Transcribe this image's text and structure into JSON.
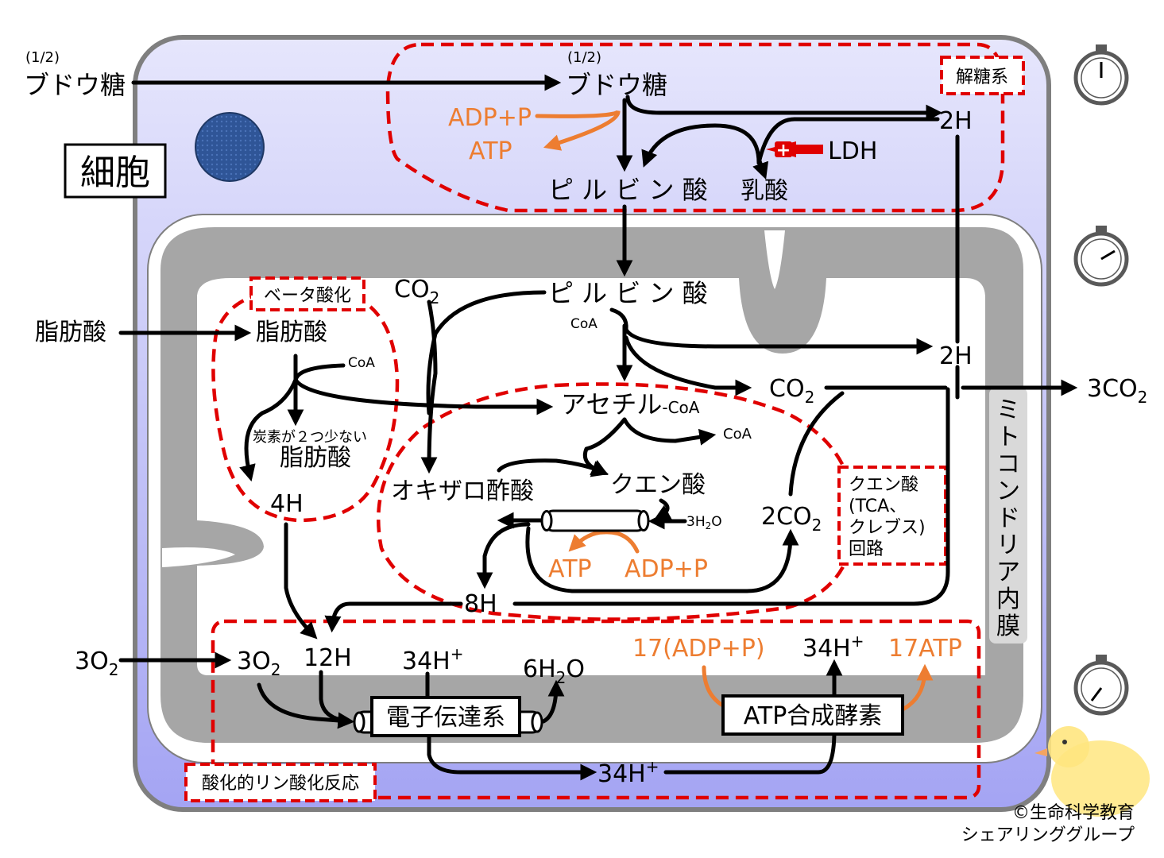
{
  "labels": {
    "cell": "細胞",
    "glycolysis": "解糖系",
    "beta_oxidation": "ベータ酸化",
    "tca_line1": "クエン酸",
    "tca_line2": "(TCA、",
    "tca_line3": "クレブス)",
    "tca_line4": "回路",
    "oxphos": "酸化的リン酸化反応",
    "inner_membrane": "ミトコンドリア内膜",
    "etc": "電子伝達系",
    "atp_synthase": "ATP合成酵素"
  },
  "glycolysis": {
    "glucose_in_fraction": "(1/2)",
    "glucose_in": "ブドウ糖",
    "glucose_fraction": "(1/2)",
    "glucose": "ブドウ糖",
    "adp_p": "ADP+P",
    "atp": "ATP",
    "two_h": "2H",
    "pyruvate": "ピ ル ビ ン 酸",
    "lactate": "乳酸",
    "ldh": "LDH",
    "ldh_sign": "+"
  },
  "mito": {
    "co2_in": "CO",
    "co2_in_sub": "2",
    "pyruvate": "ピ ル ビ ン 酸",
    "coa_1": "CoA",
    "two_h": "2H",
    "co2_mid": "CO",
    "co2_mid_sub": "2",
    "three_co2": "3CO",
    "three_co2_sub": "2",
    "acetyl": "アセチル",
    "acetyl_coa": "-CoA",
    "coa_2": "CoA",
    "citrate": "クエン酸",
    "oxaloacetate": "オキザロ酢酸",
    "water_prefix": "3H",
    "water_sub": "2",
    "water_suffix": "O",
    "tca_atp": "ATP",
    "tca_adp": "ADP+P",
    "two_co2": "2CO",
    "two_co2_sub": "2",
    "eight_h": "8H"
  },
  "beta": {
    "fatty_acid_in": "脂肪酸",
    "fatty_acid": "脂肪酸",
    "coa": "CoA",
    "shorter_note": "炭素が２つ少ない",
    "shorter_fatty_acid": "脂肪酸",
    "four_h": "4H"
  },
  "oxphos": {
    "o2_in": "3O",
    "o2_in_sub": "2",
    "o2": "3O",
    "o2_sub": "2",
    "twelve_h": "12H",
    "h34_left": "34H",
    "h34_left_sup": "+",
    "water": "6H",
    "water_sub": "2",
    "water_suffix": "O",
    "adp_17": "17(ADP+P)",
    "h34_right": "34H",
    "h34_right_sup": "+",
    "atp_17": "17ATP",
    "h34_bottom": "34H",
    "h34_bottom_sup": "+"
  },
  "credit": {
    "line1": "©生命科学教育",
    "line2": "シェアリンググループ"
  },
  "colors": {
    "accent_orange": "#ED7D31",
    "dash_red": "#E00000",
    "cell_fill_top": "#E3E3FB",
    "cell_fill_bottom": "#A9A9F4",
    "membrane_gray": "#A6A6A6",
    "nucleus_blue": "#2F5597"
  },
  "icons": [
    "stopwatch-icon",
    "stopwatch-icon",
    "stopwatch-icon",
    "chick-mascot-icon",
    "nucleus-icon"
  ]
}
